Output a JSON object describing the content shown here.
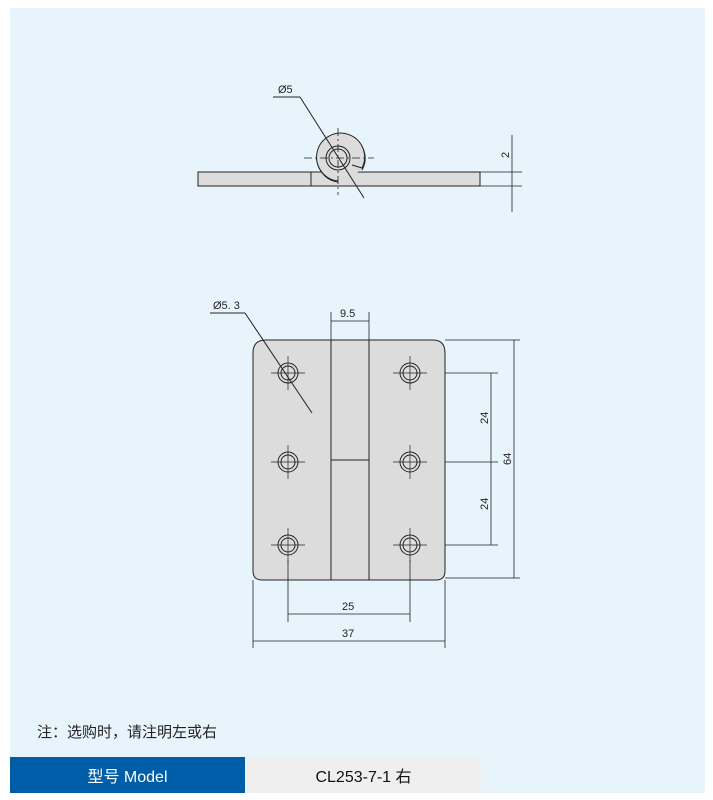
{
  "drawing": {
    "top_view": {
      "hole_diameter": "Ø5",
      "thickness": "2"
    },
    "front_view": {
      "hole_diameter": "Ø5. 3",
      "knuckle_width": "9.5",
      "hole_pitch_upper": "24",
      "hole_pitch_lower": "24",
      "height": "64",
      "hole_spacing_horizontal": "25",
      "width": "37"
    }
  },
  "note": "注：选购时，请注明左或右",
  "model": {
    "label": "型号 Model",
    "value": "CL253-7-1 右"
  },
  "colors": {
    "background": "#e8f4fc",
    "label_bg": "#005ea9",
    "value_bg": "#efefef",
    "part_fill": "#dcdcdc"
  }
}
